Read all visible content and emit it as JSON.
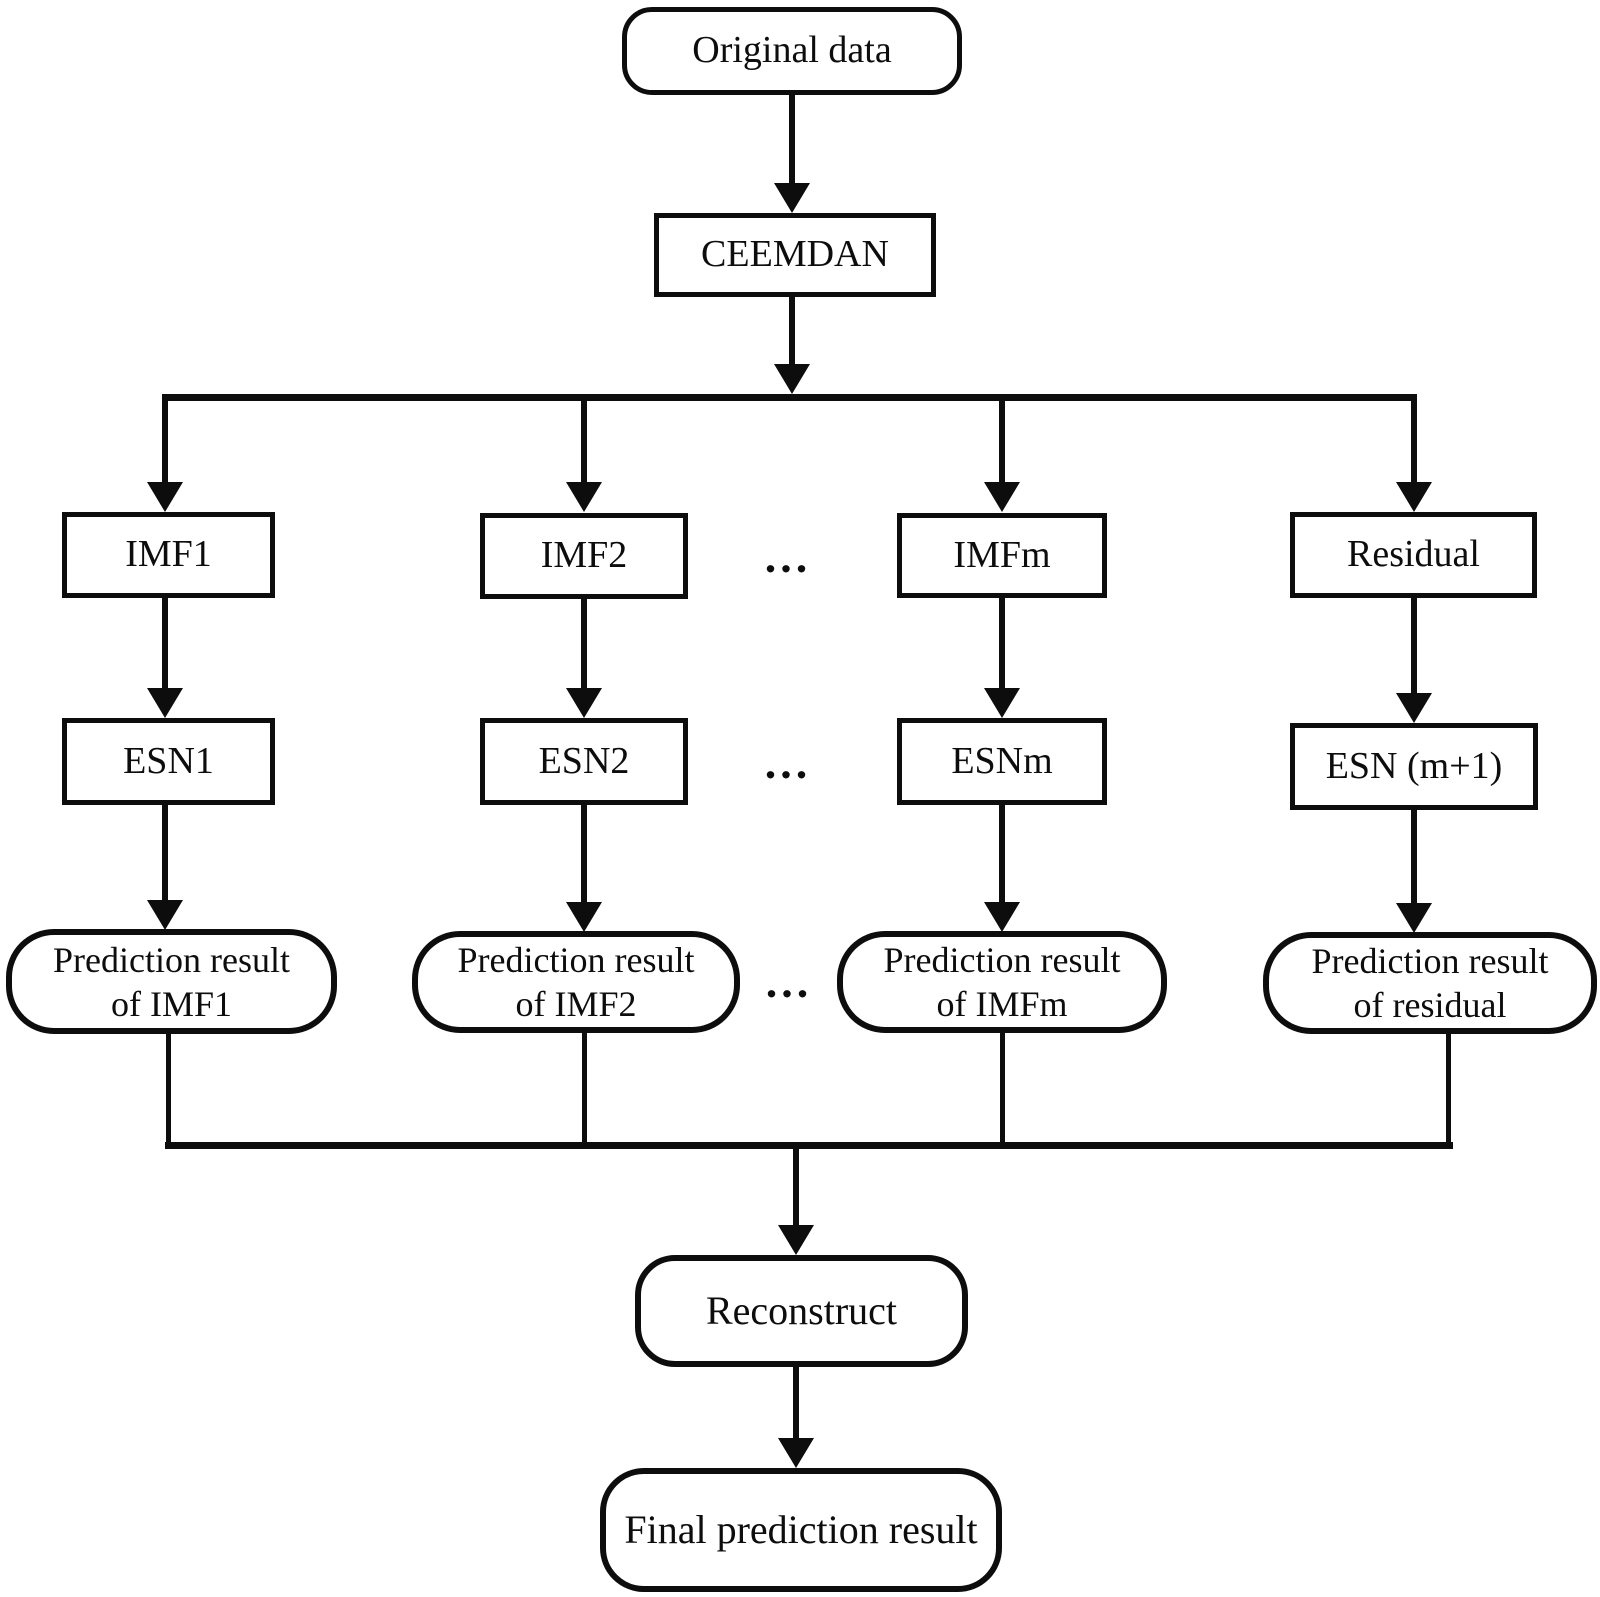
{
  "diagram": {
    "background": "#ffffff",
    "line_color": "#0d0d0d",
    "node_fill": "#ffffff",
    "ellipsis": "...",
    "nodes": {
      "original_data": {
        "label": "Original data",
        "shape": "rounded"
      },
      "ceemdan": {
        "label": "CEEMDAN",
        "shape": "rect"
      },
      "imf1": {
        "label": "IMF1",
        "shape": "rect"
      },
      "imf2": {
        "label": "IMF2",
        "shape": "rect"
      },
      "imfm": {
        "label": "IMFm",
        "shape": "rect"
      },
      "residual": {
        "label": "Residual",
        "shape": "rect"
      },
      "esn1": {
        "label": "ESN1",
        "shape": "rect"
      },
      "esn2": {
        "label": "ESN2",
        "shape": "rect"
      },
      "esnm": {
        "label": "ESNm",
        "shape": "rect"
      },
      "esn_m_plus_1": {
        "label": "ESN (m+1)",
        "shape": "rect"
      },
      "pred_imf1": {
        "line1": "Prediction result",
        "line2": "of IMF1",
        "shape": "rounded"
      },
      "pred_imf2": {
        "line1": "Prediction result",
        "line2": "of IMF2",
        "shape": "rounded"
      },
      "pred_imfm": {
        "line1": "Prediction result",
        "line2": "of IMFm",
        "shape": "rounded"
      },
      "pred_residual": {
        "line1": "Prediction result",
        "line2": "of residual",
        "shape": "rounded"
      },
      "reconstruct": {
        "label": "Reconstruct",
        "shape": "rounded"
      },
      "final_result": {
        "label": "Final prediction result",
        "shape": "rounded"
      }
    },
    "edges": [
      {
        "from": "Original data",
        "to": "CEEMDAN"
      },
      {
        "from": "CEEMDAN",
        "to": "IMF1"
      },
      {
        "from": "CEEMDAN",
        "to": "IMF2"
      },
      {
        "from": "CEEMDAN",
        "to": "IMFm"
      },
      {
        "from": "CEEMDAN",
        "to": "Residual"
      },
      {
        "from": "IMF1",
        "to": "ESN1"
      },
      {
        "from": "IMF2",
        "to": "ESN2"
      },
      {
        "from": "IMFm",
        "to": "ESNm"
      },
      {
        "from": "Residual",
        "to": "ESN (m+1)"
      },
      {
        "from": "ESN1",
        "to": "Prediction result of IMF1"
      },
      {
        "from": "ESN2",
        "to": "Prediction result of IMF2"
      },
      {
        "from": "ESNm",
        "to": "Prediction result of IMFm"
      },
      {
        "from": "ESN (m+1)",
        "to": "Prediction result of residual"
      },
      {
        "from": "Prediction result of IMF1",
        "to": "Reconstruct"
      },
      {
        "from": "Prediction result of IMF2",
        "to": "Reconstruct"
      },
      {
        "from": "Prediction result of IMFm",
        "to": "Reconstruct"
      },
      {
        "from": "Prediction result of residual",
        "to": "Reconstruct"
      },
      {
        "from": "Reconstruct",
        "to": "Final prediction result"
      }
    ]
  }
}
